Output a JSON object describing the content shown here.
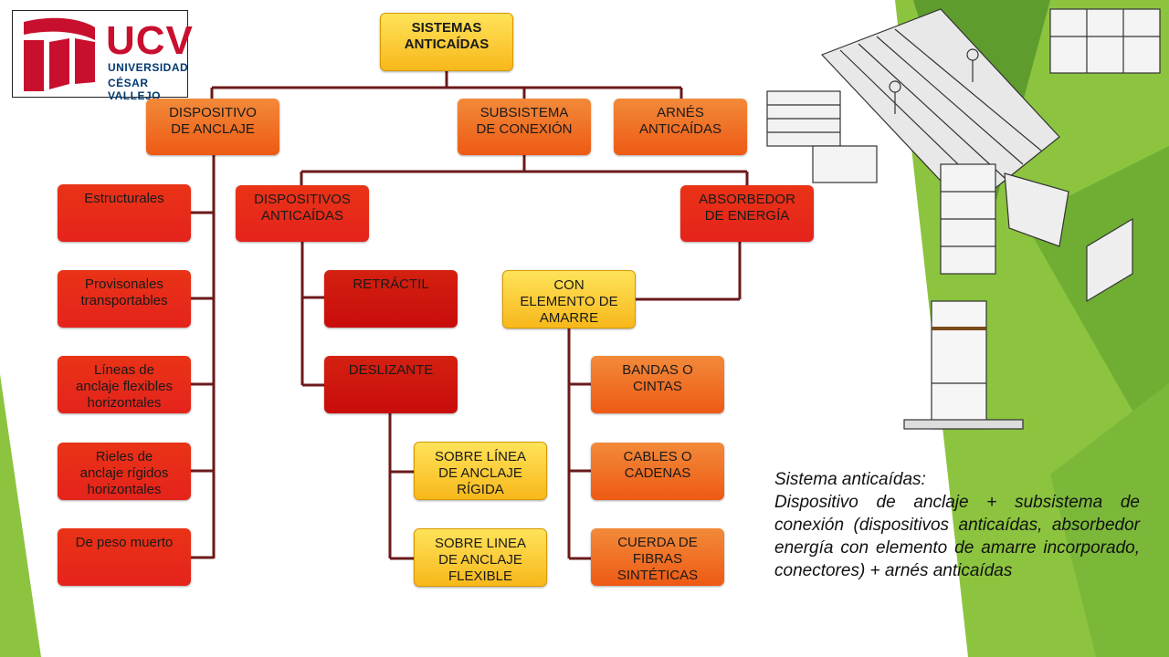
{
  "logo": {
    "brand": "UCV",
    "line1": "UNIVERSIDAD",
    "line2": "CÉSAR VALLEJO"
  },
  "diagram": {
    "root": "SISTEMAS\nANTICAÍDAS",
    "level1": {
      "dispositivo_anclaje": "DISPOSITIVO\nDE ANCLAJE",
      "subsistema_conexion": "SUBSISTEMA\nDE CONEXIÓN",
      "arnes": "ARNÉS\nANTICAÍDAS"
    },
    "anchors": [
      "Estructurales",
      "Provisonales\ntransportables",
      "Líneas de\nanclaje flexibles\nhorizontales",
      "Rieles de\nanclaje rígidos\nhorizontales",
      "De peso muerto"
    ],
    "dispositivos_anticaidas": "DISPOSITIVOS\nANTICAÍDAS",
    "absorbedor": "ABSORBEDOR\nDE ENERGÍA",
    "retractil": "RETRÁCTIL",
    "deslizante": "DESLIZANTE",
    "sobre_rigida": "SOBRE LÍNEA\nDE ANCLAJE\nRÍGIDA",
    "sobre_flexible": "SOBRE LINEA\nDE ANCLAJE\nFLEXIBLE",
    "con_elemento": "CON\nELEMENTO DE\nAMARRE",
    "bandas": "BANDAS O\nCINTAS",
    "cables": "CABLES O\nCADENAS",
    "cuerda": "CUERDA DE\nFIBRAS\nSINTÉTICAS",
    "connector_color": "#6b1a1a"
  },
  "caption": {
    "title": "Sistema anticaídas:",
    "body": "Dispositivo de anclaje + subsistema de conexión (dispositivos anticaídas, absorbedor energía con elemento de amarre incorporado, conectores) + arnés anticaídas"
  },
  "theme": {
    "green_light": "#8cc43f",
    "green_dark": "#5a9a2a"
  }
}
